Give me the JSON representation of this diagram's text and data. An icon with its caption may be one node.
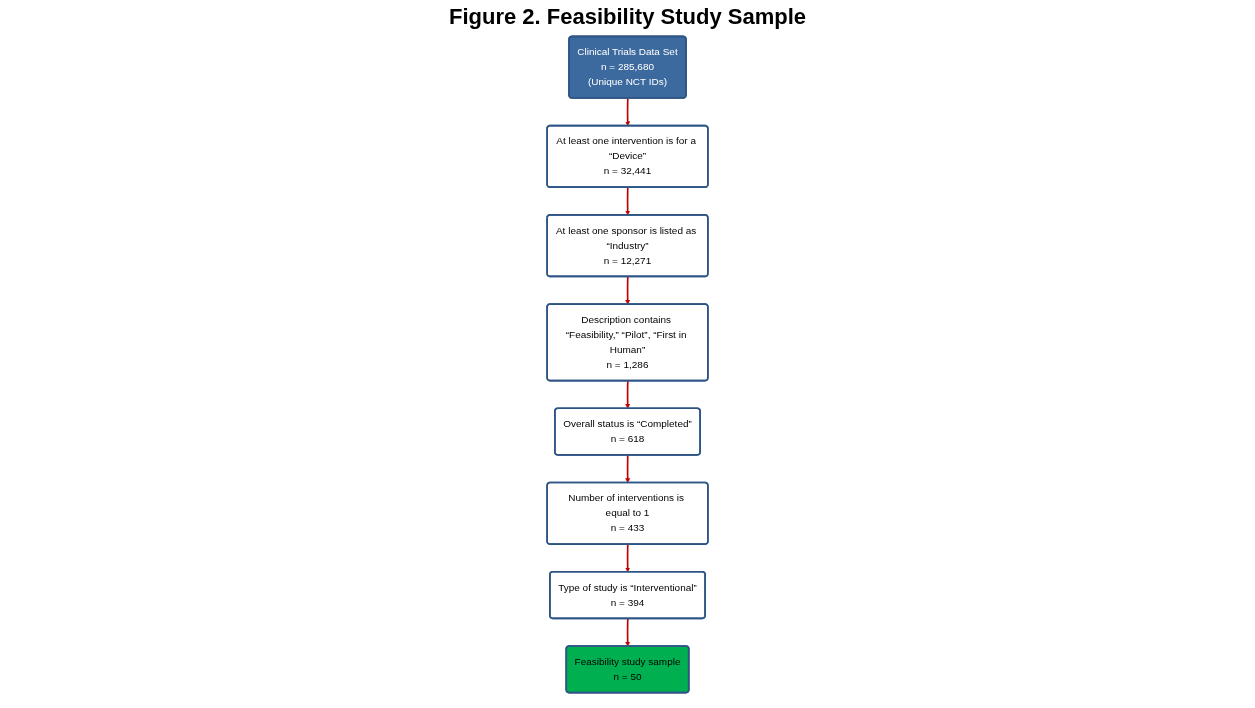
{
  "diagram": {
    "title": "Figure 2. Feasibility Study Sample",
    "nodes": [
      {
        "text": [
          "Clinical Trials Data Set",
          "n = 285,680",
          "(Unique NCT IDs)"
        ]
      },
      {
        "text": [
          "At least one intervention is for a “Device”",
          "n = 32,441"
        ]
      },
      {
        "text": [
          "At least one sponsor is listed as “Industry”",
          "n = 12,271"
        ]
      },
      {
        "text": [
          "Description contains “Feasibility,” “Pilot”, “First in Human”",
          "n = 1,286"
        ]
      },
      {
        "text": [
          "Overall status is “Completed”",
          "n = 618"
        ]
      },
      {
        "text": [
          "Number of interventions is equal to 1",
          "n = 433"
        ]
      },
      {
        "text": [
          "Type of study is “Interventional”",
          "n = 394"
        ]
      },
      {
        "text": [
          "Feasibility study sample",
          "n = 50"
        ]
      }
    ],
    "edges": [
      {
        "from": 0,
        "to": 1,
        "arrow": "to"
      },
      {
        "from": 1,
        "to": 2,
        "arrow": "to"
      },
      {
        "from": 2,
        "to": 3,
        "arrow": "to"
      },
      {
        "from": 3,
        "to": 4,
        "arrow": "to"
      },
      {
        "from": 4,
        "to": 5,
        "arrow": "to"
      },
      {
        "from": 5,
        "to": 6,
        "arrow": "to"
      },
      {
        "from": 6,
        "to": 7,
        "arrow": "to"
      }
    ]
  }
}
